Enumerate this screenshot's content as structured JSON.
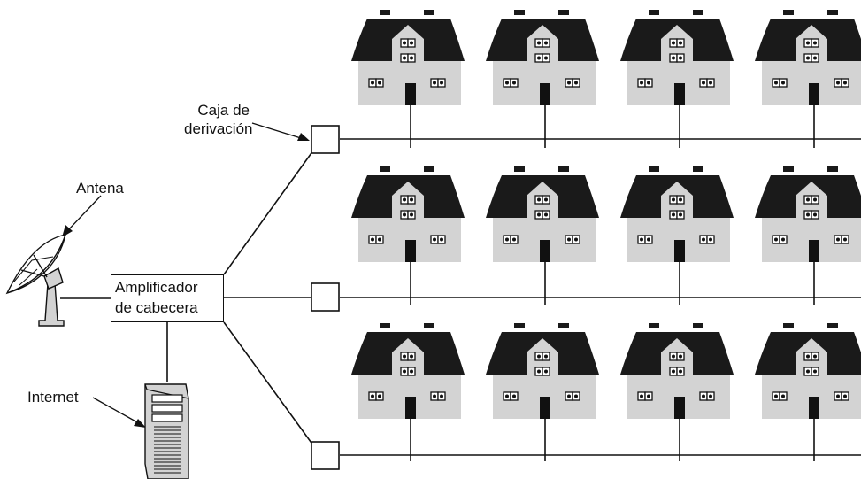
{
  "labels": {
    "tap_box_line1": "Caja de",
    "tap_box_line2": "derivación",
    "antenna": "Antena",
    "headend_line1": "Amplificador",
    "headend_line2": "de cabecera",
    "internet": "Internet"
  },
  "icons": {
    "antenna": "satellite-dish-icon",
    "server": "server-tower-icon",
    "house": "house-icon",
    "tap": "tap-box-icon"
  },
  "colors": {
    "roof": "#1a1a1a",
    "wall": "#d3d3d3",
    "line": "#111111"
  },
  "rows": [
    {
      "name": "row-1",
      "houses": 4
    },
    {
      "name": "row-2",
      "houses": 4
    },
    {
      "name": "row-3",
      "houses": 4
    }
  ]
}
